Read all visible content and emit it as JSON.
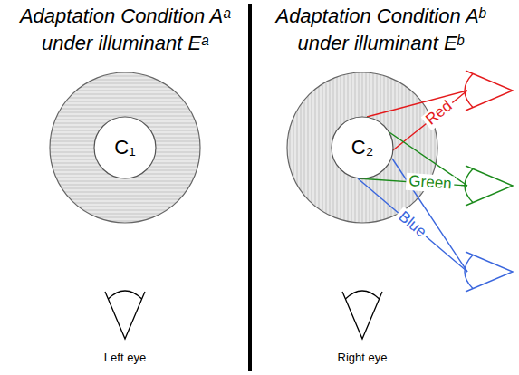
{
  "diagram": {
    "nodes": [
      {
        "text": [
          "C₁"
        ]
      },
      {
        "text": [
          "C₂"
        ]
      },
      {
        "text": [
          "Left eye"
        ]
      },
      {
        "text": [
          "Right eye"
        ]
      }
    ],
    "labels": [
      "Adaptation Condition Aᵃ under illuminant Eᵃ",
      "Adaptation Condition Aᵇ under illuminant Eᵇ",
      "Red",
      "Green",
      "Blue"
    ]
  }
}
